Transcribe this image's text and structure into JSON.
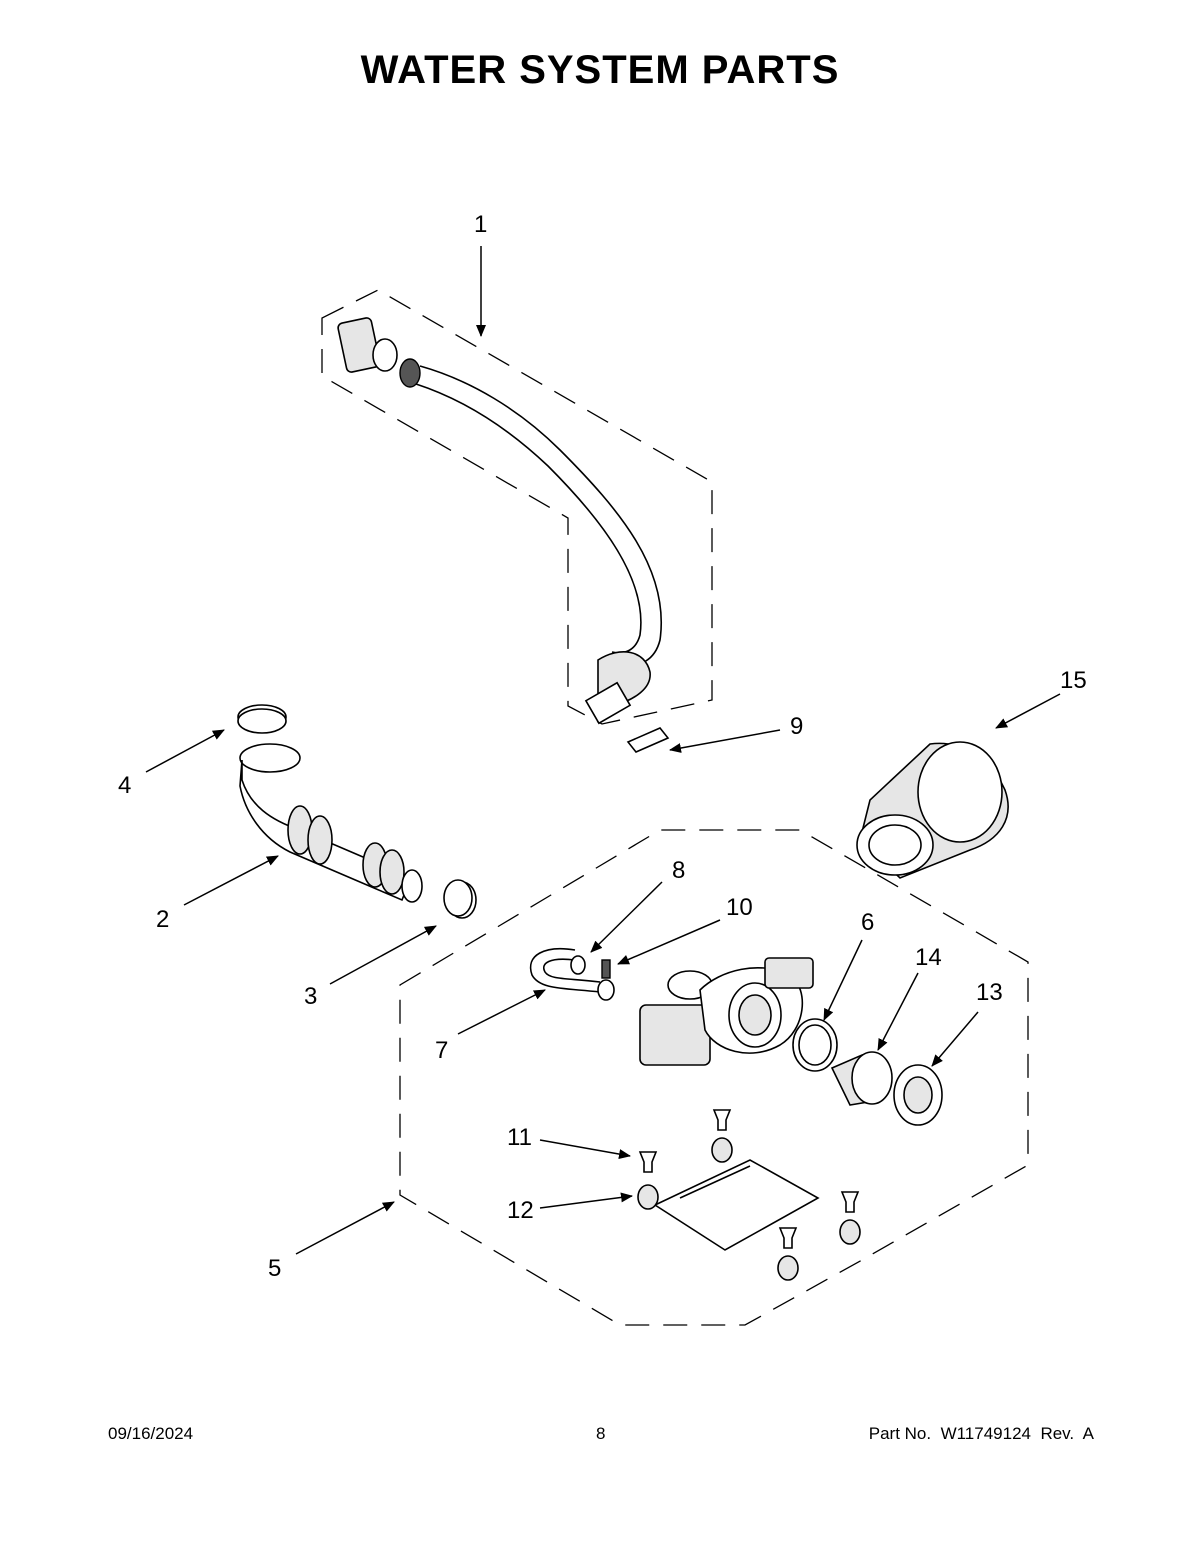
{
  "title": "WATER SYSTEM PARTS",
  "footer": {
    "date": "09/16/2024",
    "page": "8",
    "part_label": "Part No.",
    "part_number": "W11749124",
    "rev_label": "Rev.",
    "rev": "A"
  },
  "callouts": {
    "c1": "1",
    "c2": "2",
    "c3": "3",
    "c4": "4",
    "c5": "5",
    "c6": "6",
    "c7": "7",
    "c8": "8",
    "c9": "9",
    "c10": "10",
    "c11": "11",
    "c12": "12",
    "c13": "13",
    "c14": "14",
    "c15": "15"
  }
}
